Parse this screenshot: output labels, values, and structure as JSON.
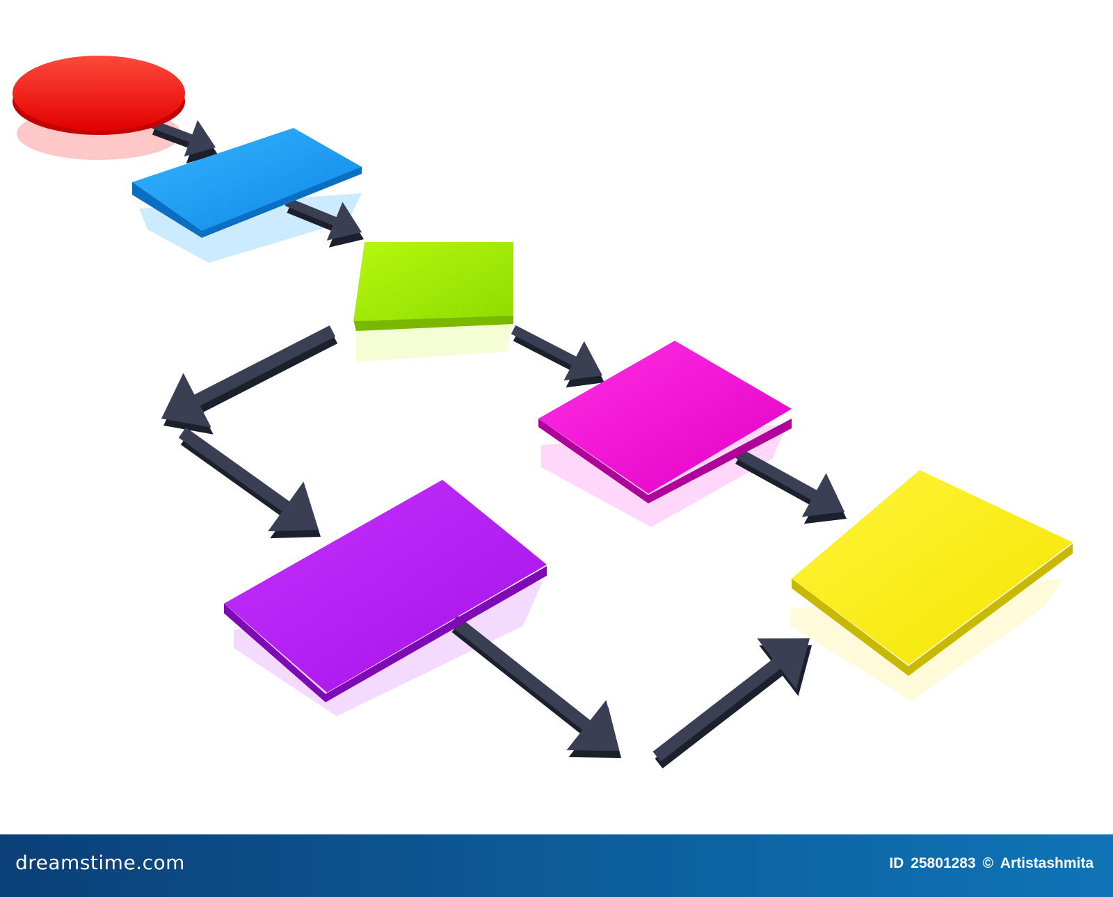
{
  "watermark": {
    "site": "dreamstime.com",
    "id_prefix": "ID",
    "image_id": "25801283",
    "copyright_symbol": "©",
    "author": "Artistashmita"
  },
  "diagram": {
    "arrow_color": "#3a3f54",
    "nodes": [
      {
        "id": "start",
        "shape": "ellipse",
        "color": "#ff1a1a"
      },
      {
        "id": "step-blue",
        "shape": "rectangle",
        "color": "#1aa0ff"
      },
      {
        "id": "step-green",
        "shape": "rectangle",
        "color": "#a6ef00"
      },
      {
        "id": "step-magenta",
        "shape": "rectangle",
        "color": "#f20ad6"
      },
      {
        "id": "step-purple",
        "shape": "rectangle",
        "color": "#b81af5"
      },
      {
        "id": "step-yellow",
        "shape": "rectangle",
        "color": "#fff200"
      }
    ],
    "edges": [
      {
        "from": "start",
        "to": "step-blue"
      },
      {
        "from": "step-blue",
        "to": "step-green"
      },
      {
        "from": "step-green",
        "to": "step-magenta"
      },
      {
        "from": "step-green",
        "to": "step-purple"
      },
      {
        "from": "step-magenta",
        "to": "step-yellow"
      },
      {
        "from": "step-purple",
        "to": "step-yellow"
      }
    ]
  }
}
